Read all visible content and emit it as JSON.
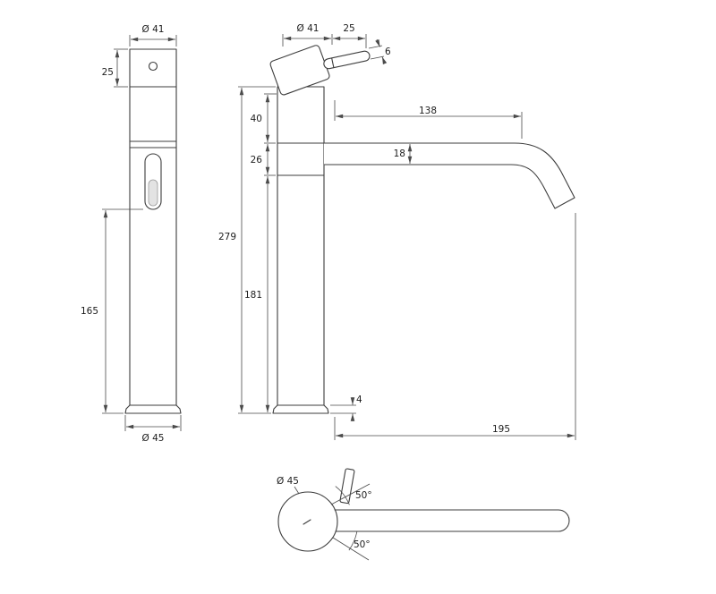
{
  "drawing": {
    "type": "technical-dimension-drawing",
    "subject": "tall single-lever basin mixer tap, three orthographic views",
    "colors": {
      "background": "#ffffff",
      "edge_line": "#3d3d3d",
      "dimension_line": "#4a4a4a",
      "text": "#1d1d1d"
    }
  },
  "front_view": {
    "dims": {
      "top_diameter": "Ø 41",
      "cap_height": "25",
      "outlet_height": "165",
      "base_diameter": "Ø 45"
    }
  },
  "side_view": {
    "dims": {
      "handle_diameter": "Ø 41",
      "handle_length": "25",
      "stem_diameter": "6",
      "neck_height": "40",
      "spout_body_height": "26",
      "overall_height": "279",
      "body_height": "181",
      "spout_straight_length": "138",
      "spout_tube_diameter": "18",
      "base_plate_height": "4",
      "spout_reach": "195"
    }
  },
  "top_view": {
    "dims": {
      "base_diameter": "Ø 45",
      "swing_angle_upper": "50°",
      "swing_angle_lower": "50°"
    }
  }
}
